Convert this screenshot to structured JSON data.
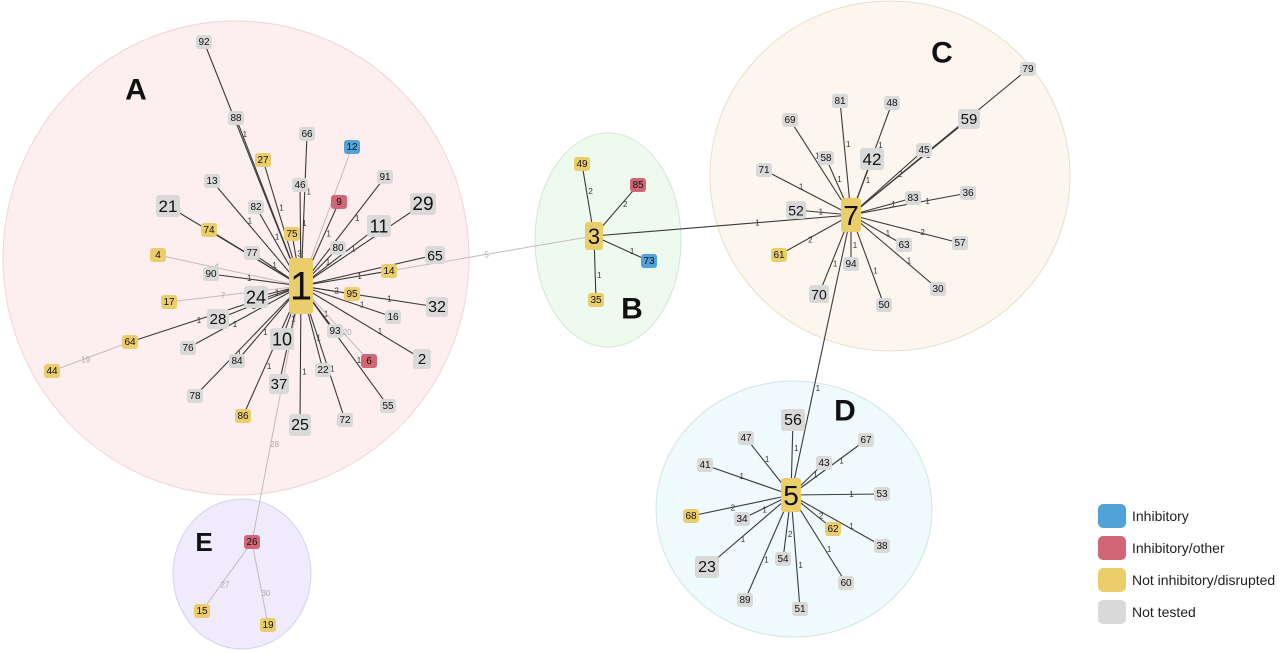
{
  "colors": {
    "inhibitory": "#4fa3d8",
    "inhibitory_other": "#d06676",
    "not_inhibitory": "#ebce6c",
    "not_tested": "#d9d9d9"
  },
  "clusters": [
    {
      "id": "A",
      "label": "A",
      "fill": "#fdeef0",
      "stroke": "#f0d4d8"
    },
    {
      "id": "B",
      "label": "B",
      "fill": "#eefaee",
      "stroke": "#d2e8d2"
    },
    {
      "id": "C",
      "label": "C",
      "fill": "#fdf6ee",
      "stroke": "#ecdcc6"
    },
    {
      "id": "D",
      "label": "D",
      "fill": "#eefafc",
      "stroke": "#cfe4ea"
    },
    {
      "id": "E",
      "label": "E",
      "fill": "#efeafc",
      "stroke": "#d8d0ee"
    }
  ],
  "nodes": [
    {
      "id": "1",
      "label": "1",
      "type": "not_inhibitory"
    },
    {
      "id": "3",
      "label": "3",
      "type": "not_inhibitory"
    },
    {
      "id": "7",
      "label": "7",
      "type": "not_inhibitory"
    },
    {
      "id": "5",
      "label": "5",
      "type": "not_inhibitory"
    },
    {
      "id": "26",
      "label": "26",
      "type": "inhibitory_other"
    },
    {
      "id": "92",
      "label": "92",
      "type": "not_tested"
    },
    {
      "id": "88",
      "label": "88",
      "type": "not_tested"
    },
    {
      "id": "66",
      "label": "66",
      "type": "not_tested"
    },
    {
      "id": "12",
      "label": "12",
      "type": "inhibitory"
    },
    {
      "id": "27",
      "label": "27",
      "type": "not_inhibitory"
    },
    {
      "id": "13",
      "label": "13",
      "type": "not_tested"
    },
    {
      "id": "46",
      "label": "46",
      "type": "not_tested"
    },
    {
      "id": "91",
      "label": "91",
      "type": "not_tested"
    },
    {
      "id": "21",
      "label": "21",
      "type": "not_tested"
    },
    {
      "id": "82",
      "label": "82",
      "type": "not_tested"
    },
    {
      "id": "9",
      "label": "9",
      "type": "inhibitory_other"
    },
    {
      "id": "29",
      "label": "29",
      "type": "not_tested"
    },
    {
      "id": "74",
      "label": "74",
      "type": "not_inhibitory"
    },
    {
      "id": "75",
      "label": "75",
      "type": "not_inhibitory"
    },
    {
      "id": "11",
      "label": "11",
      "type": "not_tested"
    },
    {
      "id": "80",
      "label": "80",
      "type": "not_tested"
    },
    {
      "id": "4",
      "label": "4",
      "type": "not_inhibitory"
    },
    {
      "id": "77",
      "label": "77",
      "type": "not_tested"
    },
    {
      "id": "65",
      "label": "65",
      "type": "not_tested"
    },
    {
      "id": "90",
      "label": "90",
      "type": "not_tested"
    },
    {
      "id": "14",
      "label": "14",
      "type": "not_inhibitory"
    },
    {
      "id": "17",
      "label": "17",
      "type": "not_inhibitory"
    },
    {
      "id": "24",
      "label": "24",
      "type": "not_tested"
    },
    {
      "id": "95",
      "label": "95",
      "type": "not_inhibitory"
    },
    {
      "id": "32",
      "label": "32",
      "type": "not_tested"
    },
    {
      "id": "28",
      "label": "28",
      "type": "not_tested"
    },
    {
      "id": "16",
      "label": "16",
      "type": "not_tested"
    },
    {
      "id": "64",
      "label": "64",
      "type": "not_inhibitory"
    },
    {
      "id": "76",
      "label": "76",
      "type": "not_tested"
    },
    {
      "id": "10",
      "label": "10",
      "type": "not_tested"
    },
    {
      "id": "93",
      "label": "93",
      "type": "not_tested"
    },
    {
      "id": "2",
      "label": "2",
      "type": "not_tested"
    },
    {
      "id": "6",
      "label": "6",
      "type": "inhibitory_other"
    },
    {
      "id": "44",
      "label": "44",
      "type": "not_inhibitory"
    },
    {
      "id": "84",
      "label": "84",
      "type": "not_tested"
    },
    {
      "id": "37",
      "label": "37",
      "type": "not_tested"
    },
    {
      "id": "22",
      "label": "22",
      "type": "not_tested"
    },
    {
      "id": "55",
      "label": "55",
      "type": "not_tested"
    },
    {
      "id": "78",
      "label": "78",
      "type": "not_tested"
    },
    {
      "id": "86",
      "label": "86",
      "type": "not_inhibitory"
    },
    {
      "id": "25",
      "label": "25",
      "type": "not_tested"
    },
    {
      "id": "72",
      "label": "72",
      "type": "not_tested"
    },
    {
      "id": "49",
      "label": "49",
      "type": "not_inhibitory"
    },
    {
      "id": "85",
      "label": "85",
      "type": "inhibitory_other"
    },
    {
      "id": "73",
      "label": "73",
      "type": "inhibitory"
    },
    {
      "id": "35",
      "label": "35",
      "type": "not_inhibitory"
    },
    {
      "id": "79",
      "label": "79",
      "type": "not_tested"
    },
    {
      "id": "81",
      "label": "81",
      "type": "not_tested"
    },
    {
      "id": "48",
      "label": "48",
      "type": "not_tested"
    },
    {
      "id": "69",
      "label": "69",
      "type": "not_tested"
    },
    {
      "id": "59",
      "label": "59",
      "type": "not_tested"
    },
    {
      "id": "58",
      "label": "58",
      "type": "not_tested"
    },
    {
      "id": "42",
      "label": "42",
      "type": "not_tested"
    },
    {
      "id": "45",
      "label": "45",
      "type": "not_tested"
    },
    {
      "id": "71",
      "label": "71",
      "type": "not_tested"
    },
    {
      "id": "36",
      "label": "36",
      "type": "not_tested"
    },
    {
      "id": "83",
      "label": "83",
      "type": "not_tested"
    },
    {
      "id": "52",
      "label": "52",
      "type": "not_tested"
    },
    {
      "id": "57",
      "label": "57",
      "type": "not_tested"
    },
    {
      "id": "63",
      "label": "63",
      "type": "not_tested"
    },
    {
      "id": "61",
      "label": "61",
      "type": "not_inhibitory"
    },
    {
      "id": "94",
      "label": "94",
      "type": "not_tested"
    },
    {
      "id": "70",
      "label": "70",
      "type": "not_tested"
    },
    {
      "id": "30",
      "label": "30",
      "type": "not_tested"
    },
    {
      "id": "50",
      "label": "50",
      "type": "not_tested"
    },
    {
      "id": "56",
      "label": "56",
      "type": "not_tested"
    },
    {
      "id": "47",
      "label": "47",
      "type": "not_tested"
    },
    {
      "id": "67",
      "label": "67",
      "type": "not_tested"
    },
    {
      "id": "43",
      "label": "43",
      "type": "not_tested"
    },
    {
      "id": "41",
      "label": "41",
      "type": "not_tested"
    },
    {
      "id": "53",
      "label": "53",
      "type": "not_tested"
    },
    {
      "id": "68",
      "label": "68",
      "type": "not_inhibitory"
    },
    {
      "id": "34",
      "label": "34",
      "type": "not_tested"
    },
    {
      "id": "62",
      "label": "62",
      "type": "not_inhibitory"
    },
    {
      "id": "38",
      "label": "38",
      "type": "not_tested"
    },
    {
      "id": "23",
      "label": "23",
      "type": "not_tested"
    },
    {
      "id": "54",
      "label": "54",
      "type": "not_tested"
    },
    {
      "id": "60",
      "label": "60",
      "type": "not_tested"
    },
    {
      "id": "89",
      "label": "89",
      "type": "not_tested"
    },
    {
      "id": "51",
      "label": "51",
      "type": "not_tested"
    },
    {
      "id": "15",
      "label": "15",
      "type": "not_inhibitory"
    },
    {
      "id": "19",
      "label": "19",
      "type": "not_inhibitory"
    }
  ],
  "edges": [
    {
      "from": "1",
      "to": "3",
      "label": "5"
    },
    {
      "from": "3",
      "to": "7",
      "label": "1"
    },
    {
      "from": "7",
      "to": "5",
      "label": "1"
    },
    {
      "from": "1",
      "to": "26",
      "label": "28"
    },
    {
      "from": "1",
      "to": "92",
      "label": "1"
    },
    {
      "from": "1",
      "to": "88",
      "label": ""
    },
    {
      "from": "1",
      "to": "66",
      "label": "1"
    },
    {
      "from": "1",
      "to": "12",
      "label": "4"
    },
    {
      "from": "1",
      "to": "27",
      "label": "1"
    },
    {
      "from": "1",
      "to": "13",
      "label": "1"
    },
    {
      "from": "1",
      "to": "46",
      "label": "1"
    },
    {
      "from": "1",
      "to": "91",
      "label": "1"
    },
    {
      "from": "1",
      "to": "21",
      "label": ""
    },
    {
      "from": "1",
      "to": "82",
      "label": "1"
    },
    {
      "from": "1",
      "to": "9",
      "label": "1"
    },
    {
      "from": "1",
      "to": "29",
      "label": ""
    },
    {
      "from": "1",
      "to": "74",
      "label": "2"
    },
    {
      "from": "1",
      "to": "75",
      "label": "3"
    },
    {
      "from": "1",
      "to": "11",
      "label": "1"
    },
    {
      "from": "1",
      "to": "80",
      "label": "1"
    },
    {
      "from": "1",
      "to": "4",
      "label": "4"
    },
    {
      "from": "1",
      "to": "77",
      "label": "1"
    },
    {
      "from": "1",
      "to": "65",
      "label": ""
    },
    {
      "from": "1",
      "to": "90",
      "label": "1"
    },
    {
      "from": "1",
      "to": "14",
      "label": "1"
    },
    {
      "from": "1",
      "to": "17",
      "label": "7"
    },
    {
      "from": "1",
      "to": "24",
      "label": "1"
    },
    {
      "from": "1",
      "to": "95",
      "label": "2"
    },
    {
      "from": "1",
      "to": "32",
      "label": "1"
    },
    {
      "from": "1",
      "to": "28",
      "label": "1"
    },
    {
      "from": "1",
      "to": "16",
      "label": "1"
    },
    {
      "from": "1",
      "to": "64",
      "label": "1"
    },
    {
      "from": "1",
      "to": "76",
      "label": "1"
    },
    {
      "from": "1",
      "to": "10",
      "label": "1"
    },
    {
      "from": "1",
      "to": "93",
      "label": "1"
    },
    {
      "from": "1",
      "to": "2",
      "label": "1"
    },
    {
      "from": "1",
      "to": "6",
      "label": "20"
    },
    {
      "from": "64",
      "to": "44",
      "label": "19"
    },
    {
      "from": "1",
      "to": "84",
      "label": "1"
    },
    {
      "from": "1",
      "to": "37",
      "label": "1"
    },
    {
      "from": "1",
      "to": "22",
      "label": "1"
    },
    {
      "from": "1",
      "to": "55",
      "label": "1"
    },
    {
      "from": "1",
      "to": "78",
      "label": "1"
    },
    {
      "from": "1",
      "to": "86",
      "label": "1"
    },
    {
      "from": "1",
      "to": "25",
      "label": "1"
    },
    {
      "from": "1",
      "to": "72",
      "label": "1"
    },
    {
      "from": "3",
      "to": "49",
      "label": "2"
    },
    {
      "from": "3",
      "to": "85",
      "label": "2"
    },
    {
      "from": "3",
      "to": "73",
      "label": "1"
    },
    {
      "from": "3",
      "to": "35",
      "label": "1"
    },
    {
      "from": "7",
      "to": "79",
      "label": "1"
    },
    {
      "from": "7",
      "to": "81",
      "label": "1"
    },
    {
      "from": "7",
      "to": "48",
      "label": "1"
    },
    {
      "from": "7",
      "to": "69",
      "label": "1"
    },
    {
      "from": "7",
      "to": "59",
      "label": "1"
    },
    {
      "from": "7",
      "to": "58",
      "label": "1"
    },
    {
      "from": "7",
      "to": "42",
      "label": "1"
    },
    {
      "from": "7",
      "to": "45",
      "label": "2"
    },
    {
      "from": "7",
      "to": "71",
      "label": "1"
    },
    {
      "from": "7",
      "to": "36",
      "label": "1"
    },
    {
      "from": "7",
      "to": "83",
      "label": "1"
    },
    {
      "from": "7",
      "to": "52",
      "label": "1"
    },
    {
      "from": "7",
      "to": "57",
      "label": "2"
    },
    {
      "from": "7",
      "to": "63",
      "label": "1"
    },
    {
      "from": "7",
      "to": "61",
      "label": "2"
    },
    {
      "from": "7",
      "to": "94",
      "label": "1"
    },
    {
      "from": "7",
      "to": "70",
      "label": "1"
    },
    {
      "from": "7",
      "to": "30",
      "label": "1"
    },
    {
      "from": "7",
      "to": "50",
      "label": "1"
    },
    {
      "from": "5",
      "to": "56",
      "label": "1"
    },
    {
      "from": "5",
      "to": "47",
      "label": "1"
    },
    {
      "from": "5",
      "to": "67",
      "label": "1"
    },
    {
      "from": "5",
      "to": "43",
      "label": "1"
    },
    {
      "from": "5",
      "to": "41",
      "label": "1"
    },
    {
      "from": "5",
      "to": "53",
      "label": "1"
    },
    {
      "from": "5",
      "to": "68",
      "label": "2"
    },
    {
      "from": "5",
      "to": "34",
      "label": "1"
    },
    {
      "from": "5",
      "to": "62",
      "label": "2"
    },
    {
      "from": "5",
      "to": "38",
      "label": "1"
    },
    {
      "from": "5",
      "to": "23",
      "label": "1"
    },
    {
      "from": "5",
      "to": "54",
      "label": "2"
    },
    {
      "from": "5",
      "to": "60",
      "label": "1"
    },
    {
      "from": "5",
      "to": "89",
      "label": "1"
    },
    {
      "from": "5",
      "to": "51",
      "label": "1"
    },
    {
      "from": "26",
      "to": "15",
      "label": "27"
    },
    {
      "from": "26",
      "to": "19",
      "label": "30"
    }
  ],
  "legend": {
    "items": [
      {
        "key": "inhibitory",
        "label": "Inhibitory"
      },
      {
        "key": "inhibitory_other",
        "label": "Inhibitory/other"
      },
      {
        "key": "not_inhibitory",
        "label": "Not inhibitory/disrupted"
      },
      {
        "key": "not_tested",
        "label": "Not tested"
      }
    ]
  }
}
